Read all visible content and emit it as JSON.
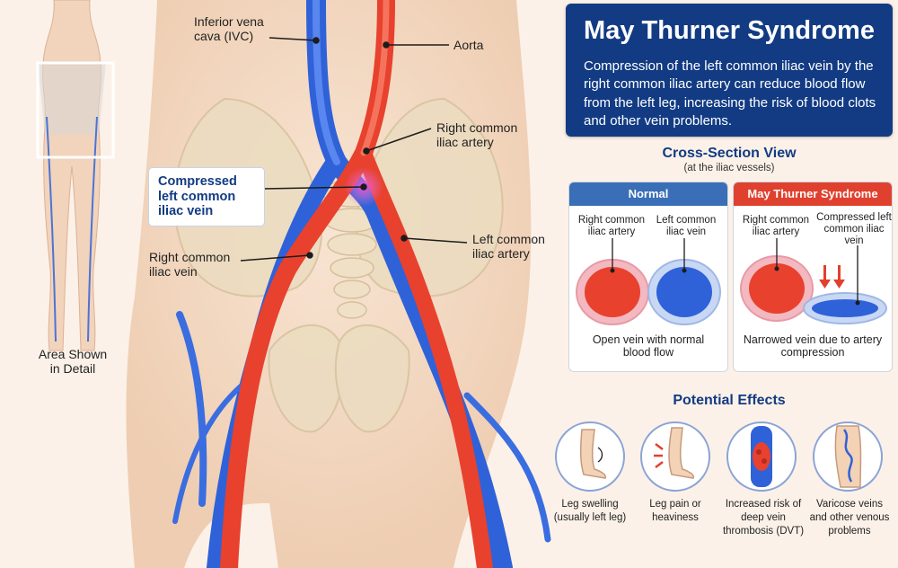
{
  "title": "May Thurner Syndrome",
  "description": "Compression of the left common iliac vein by the right common iliac artery can reduce blood flow from the left leg, increasing the risk of blood clots and other vein problems.",
  "labels": {
    "ivc": "Inferior vena cava (IVC)",
    "aorta": "Aorta",
    "right_common_iliac_artery": "Right common iliac artery",
    "compressed_left_vein": "Compressed left common iliac vein",
    "left_common_iliac_artery": "Left common iliac artery",
    "right_common_iliac_vein": "Right common iliac vein",
    "area_shown": "Area Shown in Detail"
  },
  "cross_section": {
    "heading": "Cross-Section View",
    "subheading": "(at the iliac vessels)",
    "normal": {
      "header": "Normal",
      "artery_label": "Right common iliac artery",
      "vein_label": "Left common iliac vein",
      "caption": "Open vein with normal blood flow"
    },
    "mts": {
      "header": "May Thurner Syndrome",
      "artery_label": "Right common iliac artery",
      "vein_label": "Compressed left common iliac vein",
      "caption": "Narrowed vein due to artery compression"
    }
  },
  "effects": {
    "heading": "Potential Effects",
    "items": [
      {
        "label": "Leg swelling (usually left leg)",
        "icon": "swollen-leg-icon"
      },
      {
        "label": "Leg pain or heaviness",
        "icon": "leg-pain-icon"
      },
      {
        "label": "Increased risk of deep vein thrombosis (DVT)",
        "icon": "blood-clot-icon"
      },
      {
        "label": "Varicose veins and other venous problems",
        "icon": "varicose-veins-icon"
      }
    ]
  },
  "colors": {
    "title_bg": "#123b83",
    "artery": "#e8412e",
    "vein": "#2f62d8",
    "normal_header": "#3a6fb7",
    "mts_header": "#e0412f",
    "skin": "#f3d2b6"
  }
}
